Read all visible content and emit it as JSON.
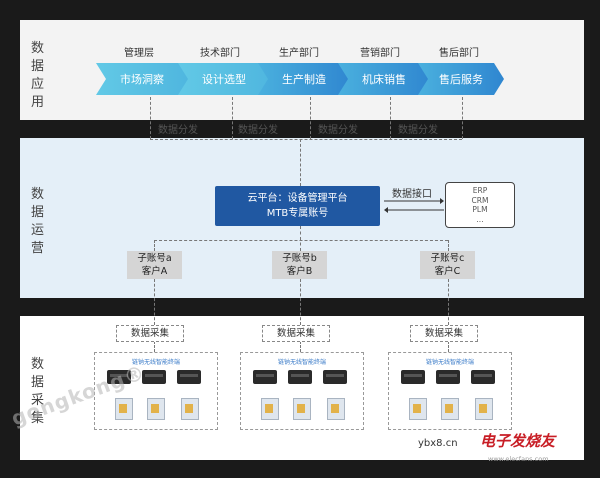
{
  "sections": {
    "application": "数据应用",
    "operations": "数据运营",
    "collection": "数据采集"
  },
  "departments": [
    "管理层",
    "技术部门",
    "生产部门",
    "营销部门",
    "售后部门"
  ],
  "processes": [
    "市场洞察",
    "设计选型",
    "生产制造",
    "机床销售",
    "售后服务"
  ],
  "distribution_label": "数据分发",
  "cloud": {
    "line1": "云平台：设备管理平台",
    "line2": "MTB专属账号"
  },
  "interface_label": "数据接口",
  "erp": {
    "line1": "ERP",
    "line2": "CRM",
    "line3": "PLM",
    "line4": "..."
  },
  "sub_accounts": [
    {
      "account": "子账号a",
      "client": "客户A"
    },
    {
      "account": "子账号b",
      "client": "客户B"
    },
    {
      "account": "子账号c",
      "client": "客户C"
    }
  ],
  "collect_label": "数据采集",
  "collect_box_title": "链钠无线智能终端",
  "watermarks": {
    "left": "gongkong®",
    "right": "ybx8.cn",
    "logo": "电子发烧友",
    "url": "www.elecfans.com"
  },
  "colors": {
    "chevron_light": "#5dc6e4",
    "chevron_dark": "#2f86d0",
    "cloud_box": "#2058a2",
    "ops_bg": "#e4eff8"
  }
}
